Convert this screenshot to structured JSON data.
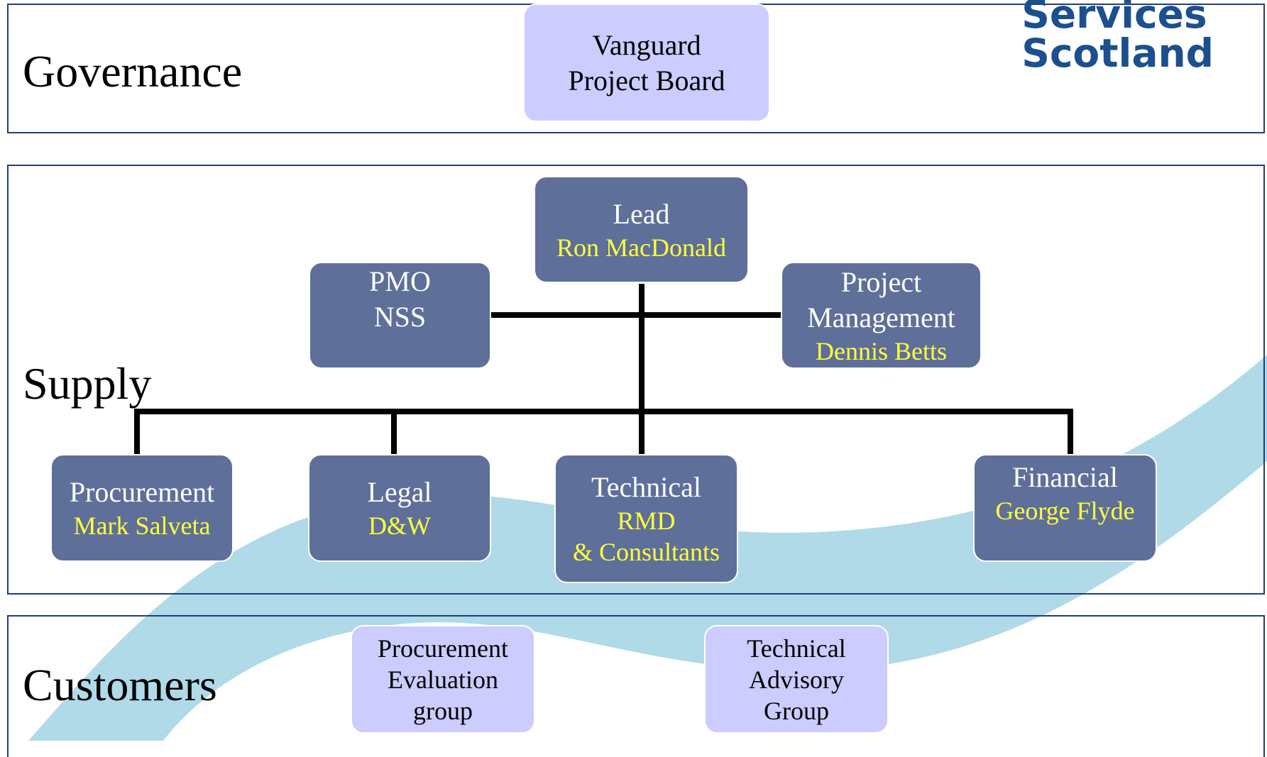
{
  "colors": {
    "frame": "#1f3f79",
    "light_box": "#ccccff",
    "dark_box": "#5e6f9a",
    "name_text": "#ffff3c",
    "swoosh": "#b0dae8",
    "logo": "#1c4f8e"
  },
  "logo": {
    "line1": "Services",
    "line2": "Scotland"
  },
  "sections": {
    "governance": {
      "label": "Governance"
    },
    "supply": {
      "label": "Supply"
    },
    "customers": {
      "label": "Customers"
    }
  },
  "governance": {
    "board": {
      "line1": "Vanguard",
      "line2": "Project Board"
    }
  },
  "supply": {
    "lead": {
      "role": "Lead",
      "name": "Ron MacDonald"
    },
    "pmo": {
      "line1": "PMO",
      "line2": "NSS"
    },
    "project_management": {
      "line1": "Project",
      "line2": "Management",
      "name": "Dennis Betts"
    },
    "procurement": {
      "role": "Procurement",
      "name": "Mark Salveta"
    },
    "legal": {
      "role": "Legal",
      "name": "D&W"
    },
    "technical": {
      "role": "Technical",
      "name1": "RMD",
      "name2": "& Consultants"
    },
    "financial": {
      "role": "Financial",
      "name": "George Flyde"
    }
  },
  "customers": {
    "procurement_eval": {
      "line1": "Procurement",
      "line2": "Evaluation",
      "line3": "group"
    },
    "technical_advisory": {
      "line1": "Technical",
      "line2": "Advisory",
      "line3": "Group"
    }
  }
}
